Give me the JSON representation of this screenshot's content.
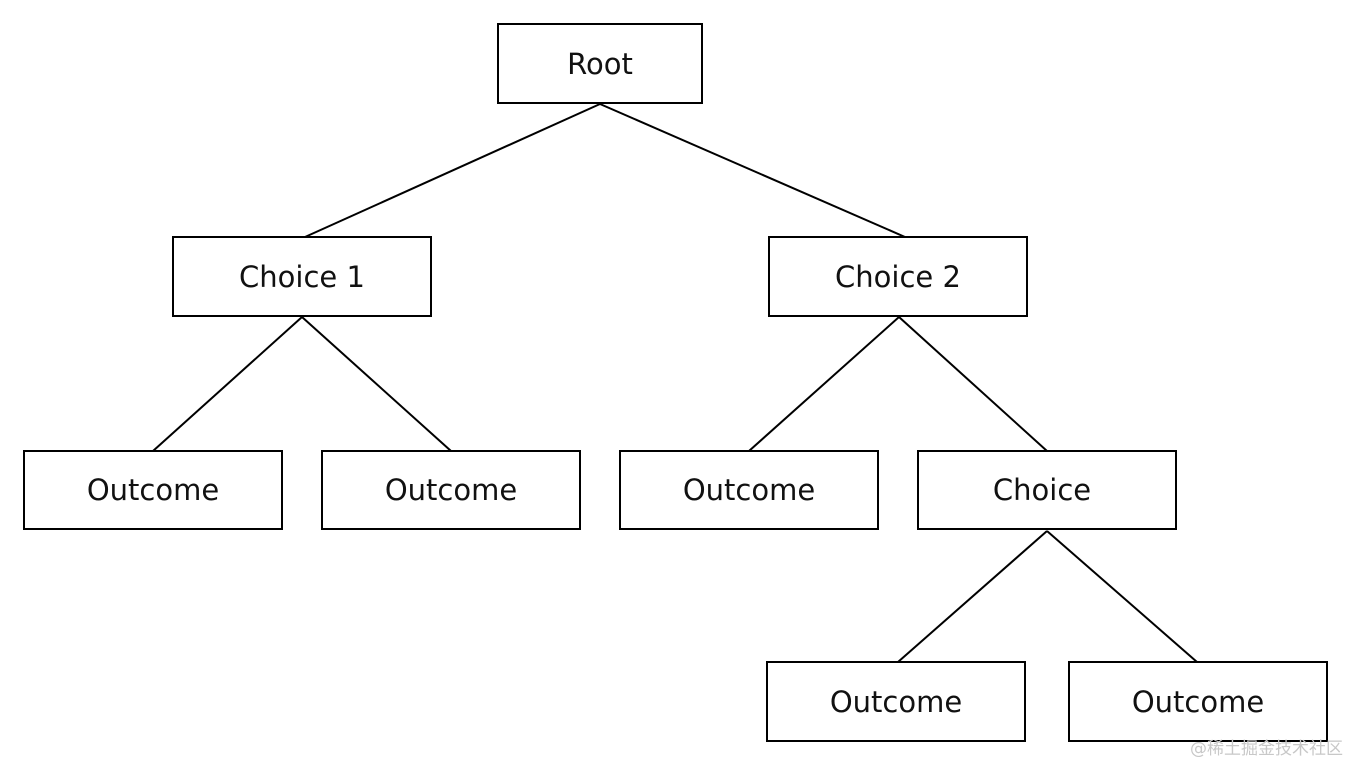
{
  "diagram": {
    "type": "tree",
    "nodes": {
      "root": "Root",
      "choice1": "Choice 1",
      "choice2": "Choice 2",
      "c1_outcome_a": "Outcome",
      "c1_outcome_b": "Outcome",
      "c2_outcome": "Outcome",
      "c2_choice": "Choice",
      "cc_outcome_a": "Outcome",
      "cc_outcome_b": "Outcome"
    },
    "edges": [
      [
        "root",
        "choice1"
      ],
      [
        "root",
        "choice2"
      ],
      [
        "choice1",
        "c1_outcome_a"
      ],
      [
        "choice1",
        "c1_outcome_b"
      ],
      [
        "choice2",
        "c2_outcome"
      ],
      [
        "choice2",
        "c2_choice"
      ],
      [
        "c2_choice",
        "cc_outcome_a"
      ],
      [
        "c2_choice",
        "cc_outcome_b"
      ]
    ]
  },
  "watermark": "@稀土掘金技术社区"
}
